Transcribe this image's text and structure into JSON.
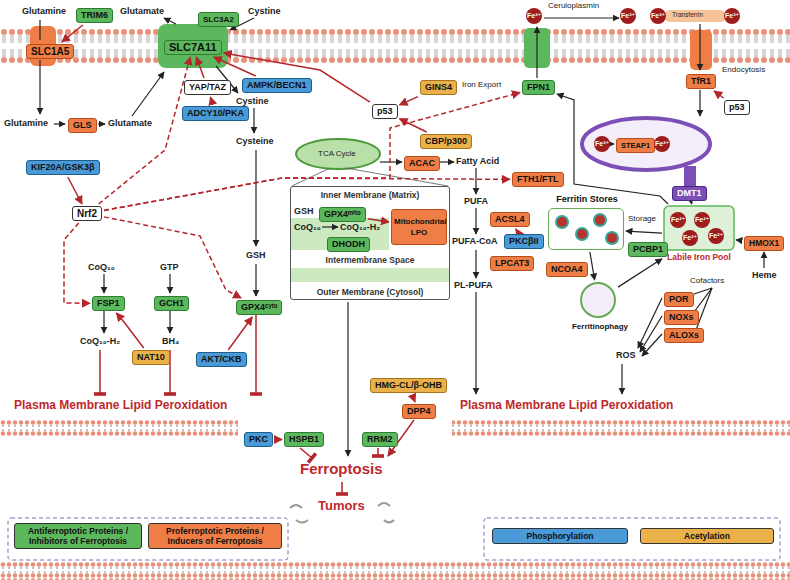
{
  "diagram": {
    "nodes": [
      {
        "text": [
          "SLC1A5"
        ]
      },
      {
        "text": [
          "TRIM6"
        ]
      },
      {
        "text": [
          "GLS"
        ]
      },
      {
        "text": [
          "SLC7A11"
        ]
      },
      {
        "text": [
          "SLC3A2"
        ]
      },
      {
        "text": [
          "YAP/TAZ"
        ]
      },
      {
        "text": [
          "AMPK/BECN1"
        ]
      },
      {
        "text": [
          "ADCY10/PKA"
        ]
      },
      {
        "text": [
          "p53"
        ]
      },
      {
        "text": [
          "GINS4"
        ]
      },
      {
        "text": [
          "CBP/p300"
        ]
      },
      {
        "text": [
          "FPN1"
        ]
      },
      {
        "text": [
          "TfR1"
        ]
      },
      {
        "text": [
          "p53"
        ]
      },
      {
        "text": [
          "STEAP1"
        ]
      },
      {
        "text": [
          "DMT1"
        ]
      },
      {
        "text": [
          "KIF20A/GSK3β"
        ]
      },
      {
        "text": [
          "Nrf2"
        ]
      },
      {
        "text": [
          "FSP1"
        ]
      },
      {
        "text": [
          "NAT10"
        ]
      },
      {
        "text": [
          "GCH1"
        ]
      },
      {
        "text": [
          "GPX4ᶜʸᵗᵒ"
        ]
      },
      {
        "text": [
          "AKT/CKB"
        ]
      },
      {
        "text": [
          "Inner Membrane (Matrix)",
          "Intermembrane Space",
          "Outer Membrane (Cytosol)"
        ]
      },
      {
        "text": [
          "GPX4ᵐⁱᵗᵒ"
        ],
        "in": 23
      },
      {
        "text": [
          "DHODH"
        ],
        "in": 23
      },
      {
        "text": [
          "Mitochondrial LPO"
        ],
        "in": 23
      },
      {
        "text": [
          "ACAC"
        ]
      },
      {
        "text": [
          "ACSL4"
        ]
      },
      {
        "text": [
          "PKCβII"
        ]
      },
      {
        "text": [
          "LPCAT3"
        ]
      },
      {
        "text": [
          "HMG-CL/β-OHB"
        ]
      },
      {
        "text": [
          "DPP4"
        ]
      },
      {
        "text": [
          "PKC"
        ]
      },
      {
        "text": [
          "HSPB1"
        ]
      },
      {
        "text": [
          "RRM2"
        ]
      },
      {
        "text": [
          "Ferritin Stores"
        ]
      },
      {
        "text": [
          "PCBP1"
        ]
      },
      {
        "text": [
          "Labile Iron Pool"
        ]
      },
      {
        "text": [
          "FTH1/FTL"
        ]
      },
      {
        "text": [
          "NCOA4"
        ]
      },
      {
        "text": [
          "Ferritinophagy"
        ]
      },
      {
        "text": [
          "HMOX1"
        ]
      },
      {
        "text": [
          "POR"
        ]
      },
      {
        "text": [
          "NOXs"
        ]
      },
      {
        "text": [
          "ALOXs"
        ]
      }
    ],
    "edges": [
      {
        "from": 1,
        "to": 0,
        "arrow": "to"
      },
      {
        "from": 5,
        "to": 3,
        "arrow": "to"
      },
      {
        "from": 6,
        "to": 3,
        "arrow": "to"
      },
      {
        "from": 7,
        "to": 5,
        "arrow": "to"
      },
      {
        "from": 8,
        "to": 3,
        "arrow": "to"
      },
      {
        "from": 9,
        "to": 8,
        "arrow": "to"
      },
      {
        "from": 10,
        "to": 8,
        "arrow": "to"
      },
      {
        "from": 13,
        "to": 12,
        "arrow": "to"
      },
      {
        "from": 16,
        "to": 17,
        "arrow": "to"
      },
      {
        "from": 17,
        "to": 3,
        "arrow": "to"
      },
      {
        "from": 17,
        "to": 11,
        "arrow": "to"
      },
      {
        "from": 17,
        "to": 39,
        "arrow": "to"
      },
      {
        "from": 17,
        "to": 18,
        "arrow": "to"
      },
      {
        "from": 17,
        "to": 21,
        "arrow": "to"
      },
      {
        "from": 19,
        "to": 18,
        "arrow": "to"
      },
      {
        "from": 22,
        "to": 21,
        "arrow": "to"
      },
      {
        "from": 24,
        "to": 26,
        "arrow": "to"
      },
      {
        "from": 29,
        "to": 28,
        "arrow": "to"
      },
      {
        "from": 31,
        "to": 32,
        "arrow": "to"
      },
      {
        "from": 33,
        "to": 34,
        "arrow": "to"
      },
      {
        "from": 38,
        "to": 36,
        "arrow": "to"
      },
      {
        "from": 36,
        "to": 41,
        "arrow": "to"
      },
      {
        "from": 41,
        "to": 38,
        "arrow": "to"
      },
      {
        "from": 38,
        "to": 11,
        "arrow": "to"
      },
      {
        "from": 42,
        "to": 38,
        "arrow": "to"
      },
      {
        "from": 15,
        "to": 38,
        "arrow": "to"
      }
    ],
    "labels": [
      "Glutamine",
      "Glutamate",
      "Cystine",
      "Glutamine",
      "Glutamate",
      "Cystine",
      "Cysteine",
      "GSH",
      "CoQ₁₀",
      "GTP",
      "CoQ₁₀-H₂",
      "BH₄",
      "Plasma Membrane Lipid Peroxidation",
      "TCA Cycle",
      "GSH",
      "CoQ₁₀",
      "CoQ₁₀-H₂",
      "Fatty Acid",
      "PUFA",
      "PUFA-CoA",
      "PL-PUFA",
      "Plasma Membrane Lipid Peroxidation",
      "Ferroptosis",
      "Tumors",
      "Iron Export",
      "Fe²⁺",
      "Ceruloplasmin",
      "Fe³⁺",
      "Fe³⁺",
      "Transferrin",
      "Fe³⁺",
      "Endocytosis",
      "Fe³⁺",
      "Fe²⁺",
      "Fe²⁺",
      "Fe²⁺",
      "Fe²⁺",
      "Fe²⁺",
      "Storage",
      "Cofactors",
      "Heme",
      "ROS"
    ],
    "legend": [
      {
        "text": "Antiferroptotic Proteins / Inhibitors of Ferroptosis",
        "color": "#5cb85c"
      },
      {
        "text": "Proferroptotic Proteins / Inducers of Ferroptosis",
        "color": "#ee7e45"
      },
      {
        "text": "Phosphorylation",
        "color": "#4a9ad8"
      },
      {
        "text": "Acetylation",
        "color": "#eab04a"
      }
    ]
  }
}
